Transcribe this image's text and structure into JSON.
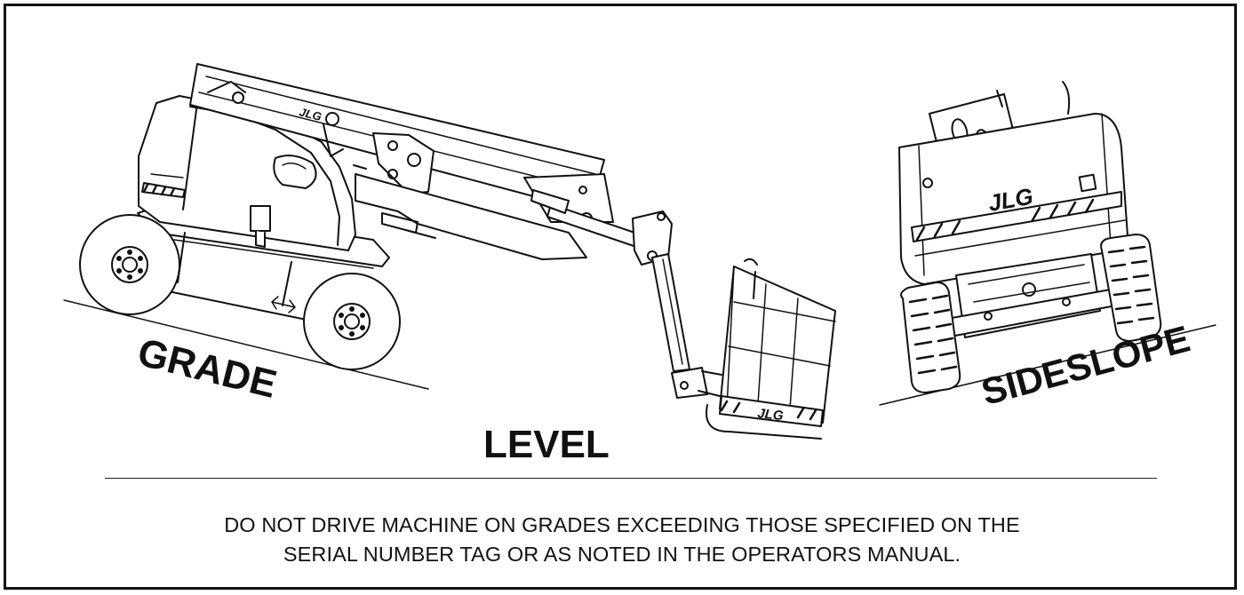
{
  "labels": {
    "grade": "GRADE",
    "level": "LEVEL",
    "sideslope": "SIDESLOPE"
  },
  "brand": {
    "boom_logo": "JLG",
    "platform_logo": "JLG",
    "rear_logo": "JLG"
  },
  "warning": {
    "line1": "DO NOT DRIVE MACHINE ON GRADES EXCEEDING THOSE SPECIFIED ON THE",
    "line2": "SERIAL NUMBER TAG OR AS NOTED IN THE OPERATORS MANUAL."
  }
}
